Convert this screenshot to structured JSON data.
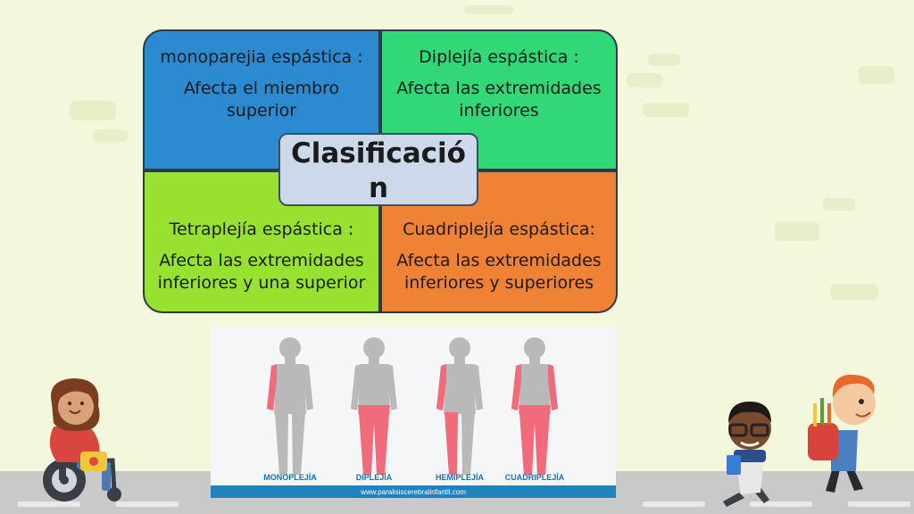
{
  "diagram": {
    "center_label": "Clasificación",
    "quadrants": [
      {
        "title": "monoparejia espástica :",
        "description": "Afecta el miembro superior"
      },
      {
        "title": "Diplejía espástica :",
        "description": "Afecta las extremidades inferiores"
      },
      {
        "title": "Tetraplejía espástica :",
        "description": "Afecta las extremidades inferiores y una superior"
      },
      {
        "title": "Cuadriplejía  espástica:",
        "description": "Afecta las extremidades inferiores y superiores"
      }
    ],
    "colors": {
      "top_left": "#2b8ad0",
      "top_right": "#32d877",
      "bottom_left": "#97e22e",
      "bottom_right": "#f08236",
      "center": "#cdd8ea"
    }
  },
  "figure": {
    "labels": [
      "MONOPLEJÍA",
      "DIPLEJÍA",
      "HEMIPLEJÍA",
      "CUADRIPLEJÍA"
    ],
    "url": "www.paralisiscerebralinfantil.com",
    "body_color": "#b9b9b9",
    "affected_color": "#f26b7a"
  }
}
